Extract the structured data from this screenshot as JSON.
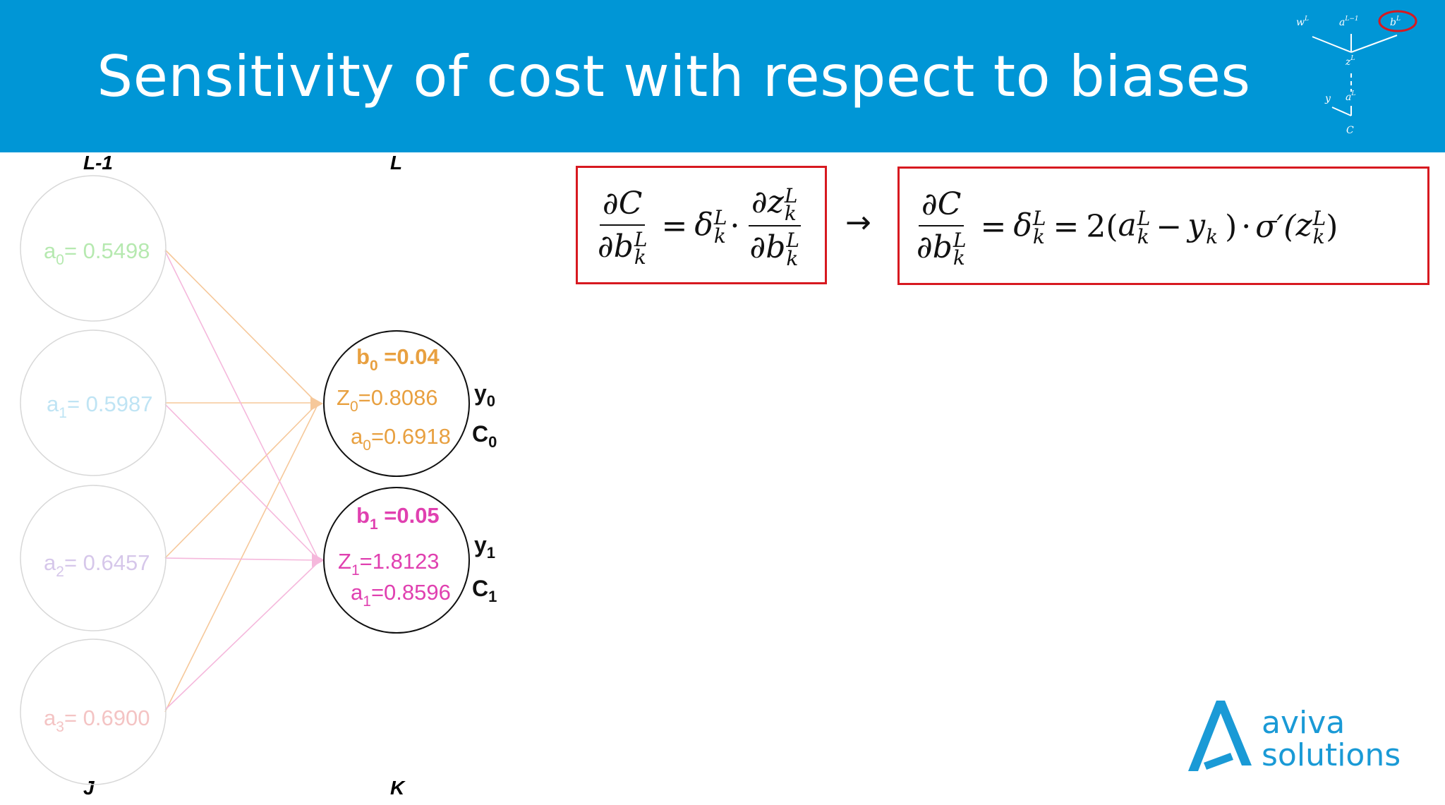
{
  "header": {
    "title": "Sensitivity of cost with respect to biases",
    "bg_color": "#0096d6",
    "mini_tree": {
      "w": "w",
      "a": "a",
      "b": "b",
      "z": "z",
      "y": "y",
      "c": "C",
      "sup_l": "L",
      "sup_lm1": "L−1"
    }
  },
  "network": {
    "layer_prev_label": "L-1",
    "layer_label": "L",
    "index_prev_label": "J",
    "index_label": "K",
    "input_neurons": [
      {
        "name": "a",
        "sub": "0",
        "value": "= 0.5498",
        "color": "#b6e9b0"
      },
      {
        "name": "a",
        "sub": "1",
        "value": "= 0.5987",
        "color": "#bfe4f4"
      },
      {
        "name": "a",
        "sub": "2",
        "value": "= 0.6457",
        "color": "#d6c7ea"
      },
      {
        "name": "a",
        "sub": "3",
        "value": "= 0.6900",
        "color": "#f4c4c4"
      }
    ],
    "output_neurons": [
      {
        "b_name": "b",
        "b_sub": "0",
        "b_value": " =0.04",
        "z_name": "Z",
        "z_sub": "0",
        "z_value": "=0.8086",
        "a_name": "a",
        "a_sub": "0",
        "a_value": "=0.6918",
        "y": "y",
        "y_sub": "0",
        "c": "C",
        "c_sub": "0",
        "color": "#e8a040"
      },
      {
        "b_name": "b",
        "b_sub": "1",
        "b_value": " =0.05",
        "z_name": "Z",
        "z_sub": "1",
        "z_value": "=1.8123",
        "a_name": "a",
        "a_sub": "1",
        "a_value": "=0.8596",
        "y": "y",
        "y_sub": "1",
        "c": "C",
        "c_sub": "1",
        "color": "#e040b0"
      }
    ]
  },
  "equations": {
    "eq1": {
      "num": "∂C",
      "den_base": "∂b",
      "den_sup": "L",
      "den_sub": "k",
      "eq": "=",
      "delta": "δ",
      "delta_sup": "L",
      "delta_sub": "k",
      "dot": "·",
      "num2_base": "∂z",
      "num2_sup": "L",
      "num2_sub": "k",
      "den2_base": "∂b",
      "den2_sup": "L",
      "den2_sub": "k"
    },
    "arrow": "→",
    "eq2": {
      "num": "∂C",
      "den_base": "∂b",
      "den_sup": "L",
      "den_sub": "k",
      "eq": "=",
      "delta": "δ",
      "delta_sup": "L",
      "delta_sub": "k",
      "eq2": "=",
      "coef": "2(",
      "a": "a",
      "a_sup": "L",
      "a_sub": "k",
      "minus": "−",
      "y": "y",
      "y_sub": "k",
      "close": ")",
      "dot": "·",
      "sigma": "σ′(",
      "z": "z",
      "z_sup": "L",
      "z_sub": "k",
      "close2": ")"
    },
    "box_color": "#d71920"
  },
  "logo": {
    "line1": "aviva",
    "line2": "solutions",
    "color": "#1a9ad6"
  }
}
